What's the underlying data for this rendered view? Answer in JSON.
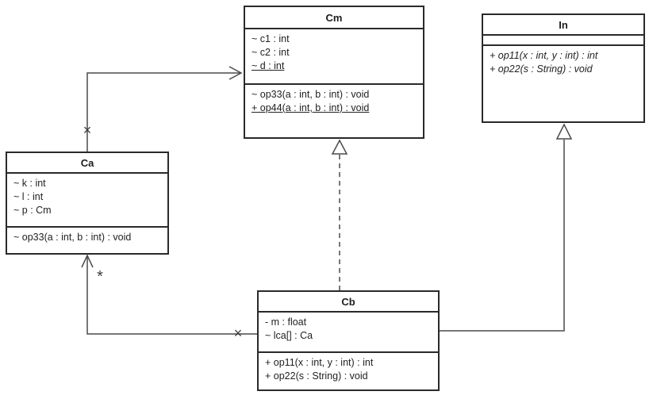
{
  "classes": {
    "cm": {
      "title": "Cm",
      "attrs": [
        "~ c1 : int",
        "~ c2 : int",
        "~ d : int"
      ],
      "ops": [
        "~ op33(a : int, b : int) : void",
        "+ op44(a : int, b : int) : void"
      ]
    },
    "in": {
      "title": "In",
      "ops": [
        "+ op11(x : int, y : int) : int",
        "+ op22(s : String) : void"
      ]
    },
    "ca": {
      "title": "Ca",
      "attrs": [
        "~ k : int",
        "~ l : int",
        "~ p : Cm"
      ],
      "ops": [
        "~ op33(a : int, b : int) : void"
      ]
    },
    "cb": {
      "title": "Cb",
      "attrs": [
        "- m : float",
        "~ lca[] : Ca"
      ],
      "ops": [
        "+ op11(x : int, y : int) : int",
        "+ op22(s : String) : void"
      ]
    }
  },
  "connectors": {
    "ca_cm_cross": "×",
    "cb_ca_cross": "×",
    "cb_ca_multiplicity": "*"
  },
  "colors": {
    "box_border": "#2a2a2a",
    "line": "#4a4a4a",
    "text": "#222222",
    "background": "#ffffff"
  }
}
